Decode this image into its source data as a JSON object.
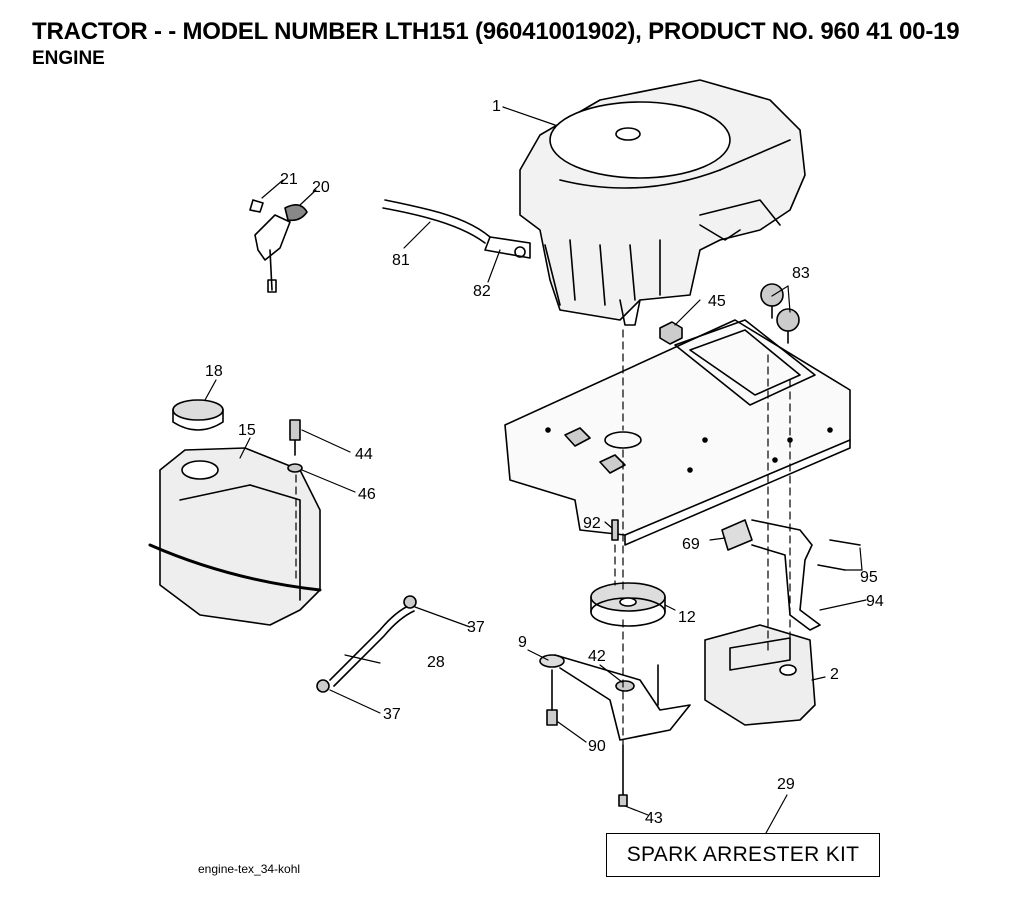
{
  "header": {
    "title": "TRACTOR - - MODEL NUMBER LTH151 (96041001902), PRODUCT NO. 960 41 00-19",
    "subtitle": "ENGINE"
  },
  "callouts": {
    "c1": "1",
    "c2": "2",
    "c9": "9",
    "c12": "12",
    "c15": "15",
    "c18": "18",
    "c20": "20",
    "c21": "21",
    "c28": "28",
    "c29": "29",
    "c37a": "37",
    "c37b": "37",
    "c42": "42",
    "c43": "43",
    "c44": "44",
    "c45": "45",
    "c46": "46",
    "c69": "69",
    "c81": "81",
    "c82": "82",
    "c83": "83",
    "c90": "90",
    "c92": "92",
    "c94": "94",
    "c95": "95"
  },
  "kit_label": "SPARK ARRESTER KIT",
  "footnote": "engine-tex_34-kohl"
}
